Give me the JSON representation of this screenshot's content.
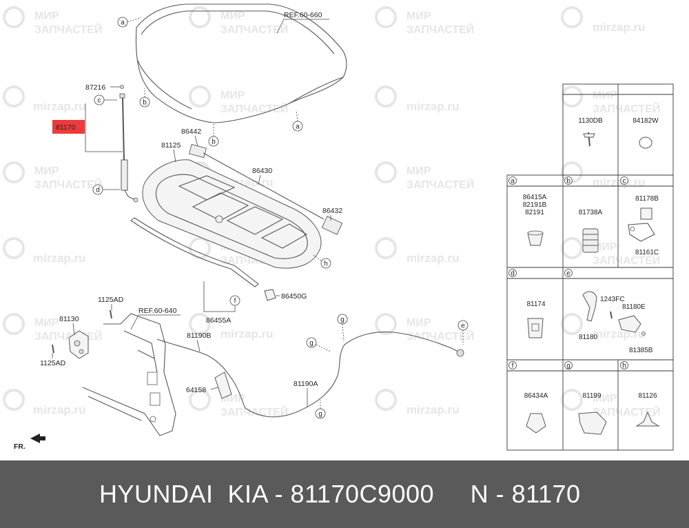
{
  "watermark": {
    "line1": "МИР",
    "line2": "ЗАПЧАСТЕЙ",
    "url": "mirzap.ru"
  },
  "refs": {
    "hood": "REF.60-660",
    "panel": "REF.60-640"
  },
  "orientation": "FR.",
  "highlighted_part": "81170",
  "callouts": {
    "a": "a",
    "b": "b",
    "c": "c",
    "d": "d",
    "e": "e",
    "f": "f",
    "g": "g",
    "h": "h"
  },
  "parts": {
    "p87216": "87216",
    "p81170": "81170",
    "p86442": "86442",
    "p81125": "81125",
    "p86430": "86430",
    "p86432": "86432",
    "p86450G": "86450G",
    "p86455A": "86455A",
    "p1125AD_top": "1125AD",
    "p81130": "81130",
    "p1125AD_bot": "1125AD",
    "p81190B": "81190B",
    "p64158": "64158",
    "p81190A": "81190A"
  },
  "legend": {
    "top": [
      {
        "id": "",
        "labels": [
          "1130DB"
        ]
      },
      {
        "id": "",
        "labels": [
          "84182W"
        ]
      }
    ],
    "row1": [
      {
        "id": "a",
        "labels": [
          "86415A",
          "82191B",
          "82191"
        ]
      },
      {
        "id": "b",
        "labels": [
          "81738A"
        ]
      },
      {
        "id": "c",
        "labels": [
          "81178B",
          "81161C"
        ]
      }
    ],
    "row2": [
      {
        "id": "d",
        "labels": [
          "81174"
        ]
      },
      {
        "id": "e",
        "labels": [
          "1243FC",
          "81180E",
          "81180",
          "81385B"
        ]
      }
    ],
    "row3": [
      {
        "id": "f",
        "labels": [
          "86434A"
        ]
      },
      {
        "id": "g",
        "labels": [
          "81199"
        ]
      },
      {
        "id": "h",
        "labels": [
          "81126"
        ]
      }
    ]
  },
  "footer": {
    "text": "HYUNDAI  KIA - 81170C9000     N - 81170"
  }
}
